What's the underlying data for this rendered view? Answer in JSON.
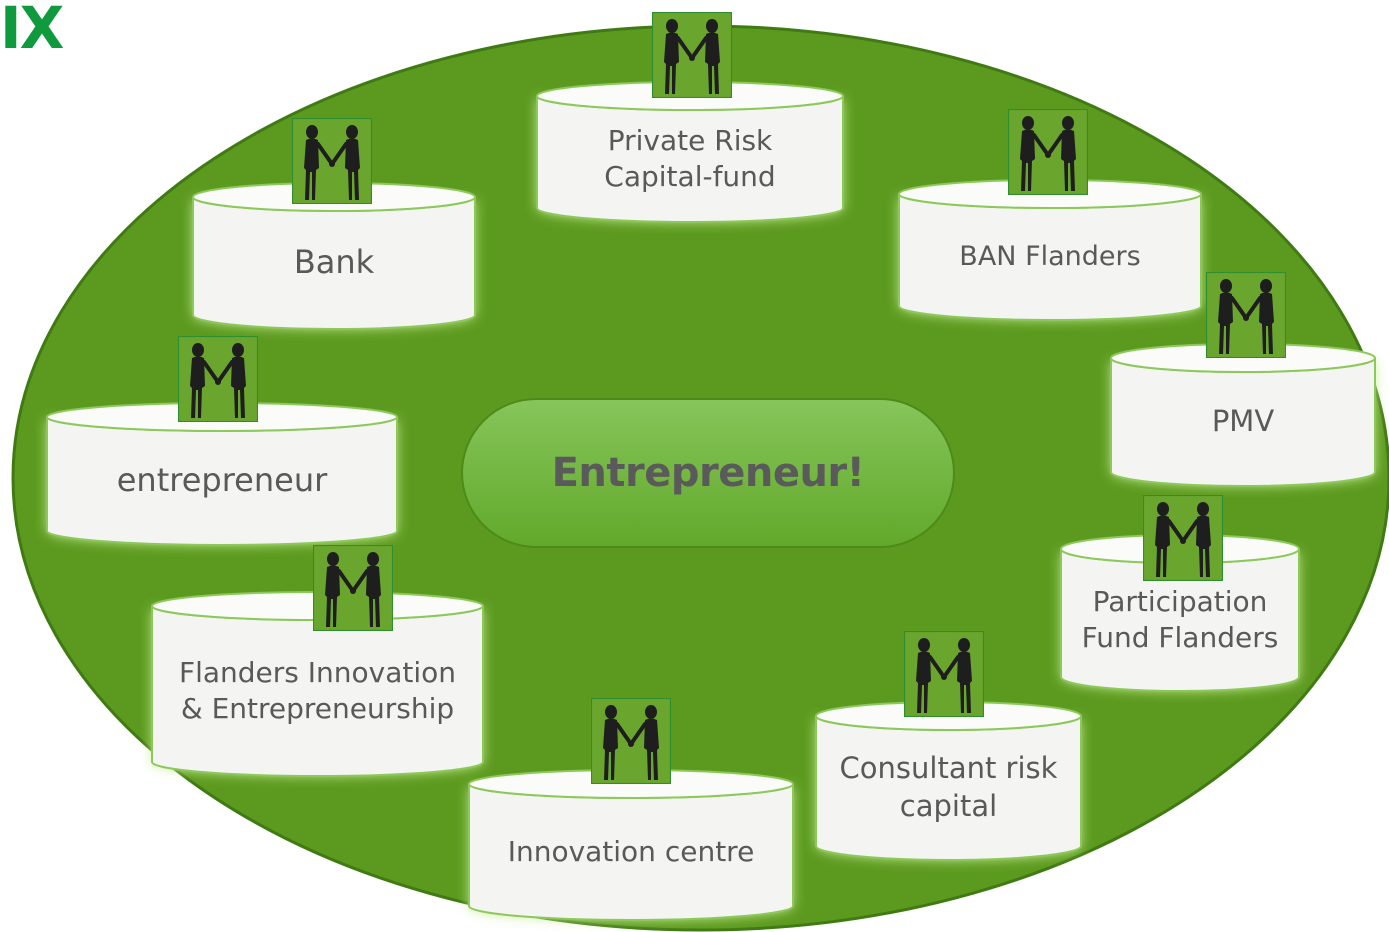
{
  "page": {
    "marker": "IX"
  },
  "hub": {
    "label": "Entrepreneur!"
  },
  "nodes": [
    {
      "id": "private-risk-capital-fund",
      "label": "Private Risk\nCapital-fund"
    },
    {
      "id": "bank",
      "label": "Bank"
    },
    {
      "id": "ban-flanders",
      "label": "BAN Flanders"
    },
    {
      "id": "pmv",
      "label": "PMV"
    },
    {
      "id": "entrepreneur",
      "label": "entrepreneur"
    },
    {
      "id": "participation-fund-flanders",
      "label": "Participation\nFund Flanders"
    },
    {
      "id": "flanders-innovation-entrepreneurship",
      "label": "Flanders Innovation\n& Entrepreneurship"
    },
    {
      "id": "consultant-risk-capital",
      "label": "Consultant risk\ncapital"
    },
    {
      "id": "innovation-centre",
      "label": "Innovation centre"
    }
  ],
  "colors": {
    "ellipse_fill": "#5c9a1f",
    "ellipse_stroke": "#3f7a12",
    "node_glow": "#c7ec93",
    "node_fill": "#f4f4f2",
    "node_text": "#595959",
    "marker": "#0f9a3e",
    "icon_frame": "#2f8f2f"
  },
  "icons": {
    "node_icon": "handshake-icon"
  }
}
